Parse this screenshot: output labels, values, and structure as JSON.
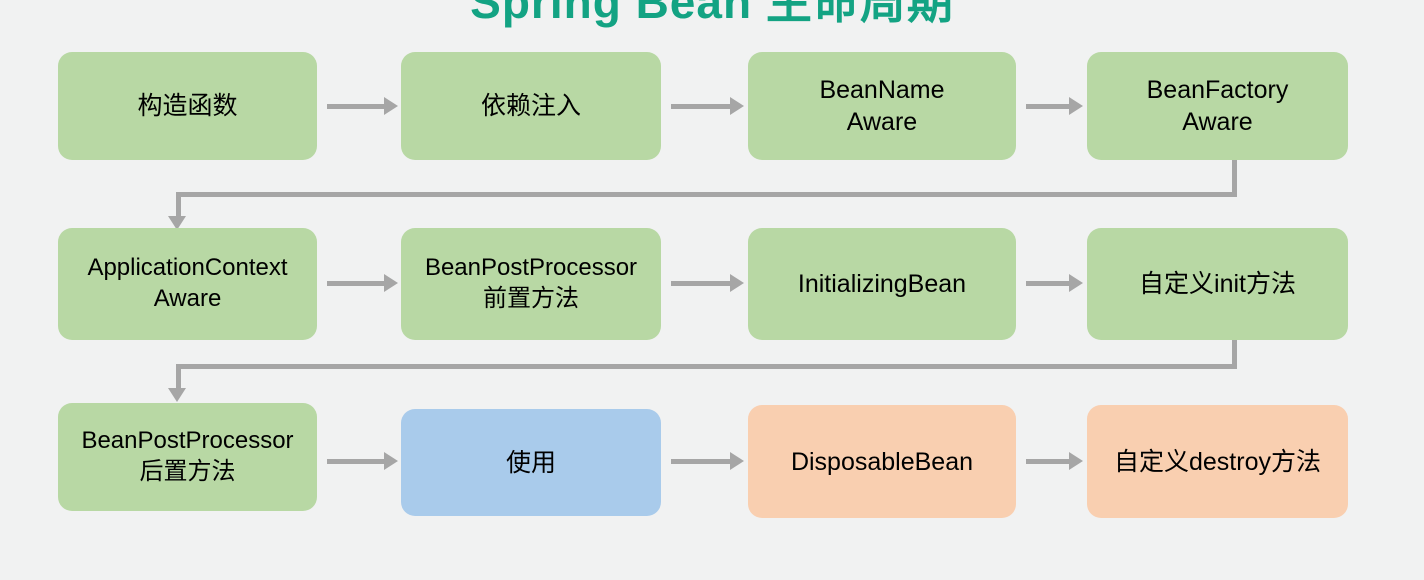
{
  "title": "Spring Bean 生命周期",
  "palette": {
    "background": "#f1f2f2",
    "green": "#b8d8a4",
    "blue": "#a9cbeb",
    "orange": "#f9cfb0",
    "connector": "#a6a6a6",
    "text": "#000000",
    "title": "#13a383"
  },
  "diagram": {
    "type": "flowchart",
    "direction": "left-to-right, wrapping by rows",
    "rows": 3,
    "columns": 4,
    "nodes": [
      {
        "id": "n1",
        "label": "构造函数",
        "color": "green",
        "row": 1,
        "col": 1
      },
      {
        "id": "n2",
        "label": "依赖注入",
        "color": "green",
        "row": 1,
        "col": 2
      },
      {
        "id": "n3",
        "label": "BeanName\nAware",
        "color": "green",
        "row": 1,
        "col": 3
      },
      {
        "id": "n4",
        "label": "BeanFactory\nAware",
        "color": "green",
        "row": 1,
        "col": 4
      },
      {
        "id": "n5",
        "label": "ApplicationContext\nAware",
        "color": "green",
        "row": 2,
        "col": 1
      },
      {
        "id": "n6",
        "label": "BeanPostProcessor\n前置方法",
        "color": "green",
        "row": 2,
        "col": 2
      },
      {
        "id": "n7",
        "label": "InitializingBean",
        "color": "green",
        "row": 2,
        "col": 3
      },
      {
        "id": "n8",
        "label": "自定义init方法",
        "color": "green",
        "row": 2,
        "col": 4
      },
      {
        "id": "n9",
        "label": "BeanPostProcessor\n后置方法",
        "color": "green",
        "row": 3,
        "col": 1
      },
      {
        "id": "n10",
        "label": "使用",
        "color": "blue",
        "row": 3,
        "col": 2
      },
      {
        "id": "n11",
        "label": "DisposableBean",
        "color": "orange",
        "row": 3,
        "col": 3
      },
      {
        "id": "n12",
        "label": "自定义destroy方法",
        "color": "orange",
        "row": 3,
        "col": 4
      }
    ],
    "edges": [
      {
        "from": "n1",
        "to": "n2",
        "kind": "straight-right"
      },
      {
        "from": "n2",
        "to": "n3",
        "kind": "straight-right"
      },
      {
        "from": "n3",
        "to": "n4",
        "kind": "straight-right"
      },
      {
        "from": "n4",
        "to": "n5",
        "kind": "elbow-wrap-down"
      },
      {
        "from": "n5",
        "to": "n6",
        "kind": "straight-right"
      },
      {
        "from": "n6",
        "to": "n7",
        "kind": "straight-right"
      },
      {
        "from": "n7",
        "to": "n8",
        "kind": "straight-right"
      },
      {
        "from": "n8",
        "to": "n9",
        "kind": "elbow-wrap-down"
      },
      {
        "from": "n9",
        "to": "n10",
        "kind": "straight-right"
      },
      {
        "from": "n10",
        "to": "n11",
        "kind": "straight-right"
      },
      {
        "from": "n11",
        "to": "n12",
        "kind": "straight-right"
      }
    ]
  }
}
